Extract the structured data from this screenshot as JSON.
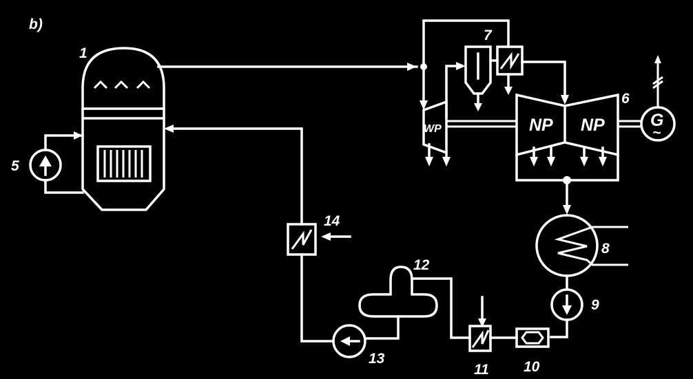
{
  "figure_tag": "b)",
  "labels": {
    "reactor": "1",
    "circ_pump": "5",
    "generator_no": "6",
    "separator": "7",
    "condenser": "8",
    "cond_pump": "9",
    "ejector": "10",
    "lp_heater": "11",
    "deaerator": "12",
    "feed_pump": "13",
    "hp_heater": "14"
  },
  "turbine": {
    "hp": "WP",
    "lp1": "NP",
    "lp2": "NP"
  },
  "generator": {
    "letter": "G",
    "ac": "~"
  },
  "colors": {
    "background": "#000000",
    "line": "#ffffff"
  }
}
